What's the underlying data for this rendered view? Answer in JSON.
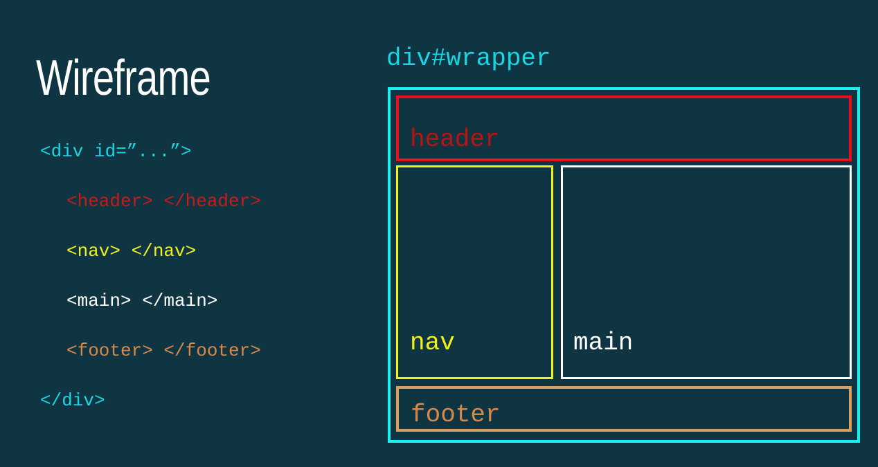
{
  "slide": {
    "title": "Wireframe"
  },
  "code": {
    "lines": [
      {
        "text": "<div id=”...”>",
        "color": "#19d6e3"
      },
      {
        "text": "<header> </header>",
        "color": "#c91a1a"
      },
      {
        "text": "<nav> </nav>",
        "color": "#eef01f"
      },
      {
        "text": "<main> </main>",
        "color": "#ffffff"
      },
      {
        "text": "<footer> </footer>",
        "color": "#d6894a"
      },
      {
        "text": "</div>",
        "color": "#19d6e3"
      }
    ]
  },
  "diagram": {
    "wrapper_label": "div#wrapper",
    "boxes": {
      "wrapper": {
        "color": "#19f0f0"
      },
      "header": {
        "label": "header",
        "color": "#e8101a",
        "text_color": "#b81414"
      },
      "nav": {
        "label": "nav",
        "color": "#f2f21a"
      },
      "main": {
        "label": "main",
        "color": "#ffffff"
      },
      "footer": {
        "label": "footer",
        "color": "#d9a062",
        "text_color": "#d6894a"
      }
    }
  },
  "colors": {
    "background": "#0f3442"
  }
}
